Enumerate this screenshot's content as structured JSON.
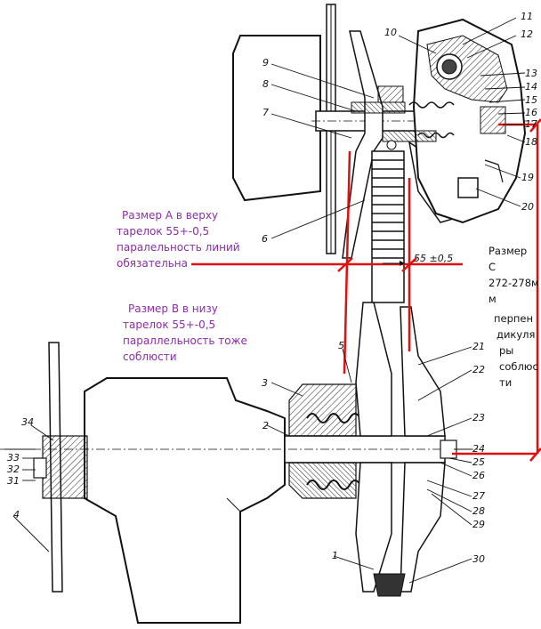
{
  "notes": {
    "top": [
      "Размер А в верху",
      "тарелок  55+-0,5",
      "паралельность линий",
      "обязательна"
    ],
    "bottom": [
      "Размер В в низу",
      "тарелок 55+-0,5",
      "параллельность тоже",
      "соблюсти"
    ],
    "right": [
      "Размер",
      "С",
      "272-278м",
      "м",
      "перпен",
      "дикуля",
      "ры",
      "соблюс",
      "ти"
    ]
  },
  "dimension_label": "55 ±0,5",
  "part_numbers": [
    "1",
    "2",
    "3",
    "4",
    "5",
    "6",
    "7",
    "8",
    "9",
    "10",
    "11",
    "12",
    "13",
    "14",
    "15",
    "16",
    "17",
    "18",
    "19",
    "20",
    "21",
    "22",
    "23",
    "24",
    "25",
    "26",
    "27",
    "28",
    "29",
    "30",
    "31",
    "32",
    "33",
    "34"
  ],
  "colors": {
    "annotation_red": "#e01010",
    "note_purple": "#8a2fa5",
    "ink": "#111111"
  }
}
